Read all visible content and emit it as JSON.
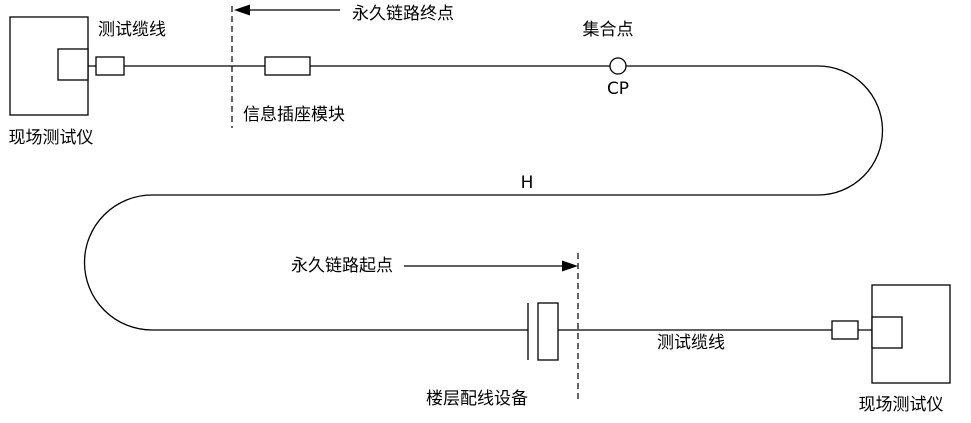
{
  "diagram": {
    "type": "permanent-link-test-wiring-diagram",
    "labels": {
      "tester_top": "现场测试仪",
      "test_cable_top": "测试缆线",
      "permanent_link_end": "永久链路终点",
      "info_outlet_module": "信息插座模块",
      "consolidation_point": "集合点",
      "cp": "CP",
      "h": "H",
      "permanent_link_start": "永久链路起点",
      "floor_distributor": "楼层配线设备",
      "test_cable_bottom": "测试缆线",
      "tester_bottom": "现场测试仪"
    },
    "colors": {
      "line": "#000000",
      "background": "#ffffff"
    }
  }
}
